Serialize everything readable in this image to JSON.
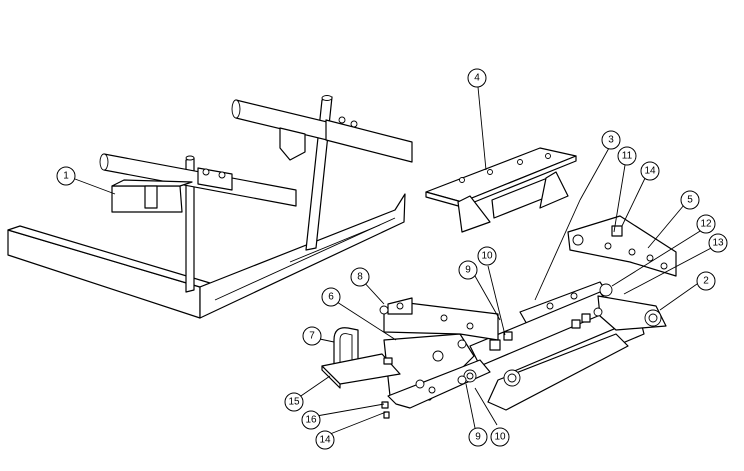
{
  "callouts": [
    {
      "label": "1"
    },
    {
      "label": "2"
    },
    {
      "label": "3"
    },
    {
      "label": "4"
    },
    {
      "label": "5"
    },
    {
      "label": "6"
    },
    {
      "label": "7"
    },
    {
      "label": "8"
    },
    {
      "label": "9"
    },
    {
      "label": "9"
    },
    {
      "label": "10"
    },
    {
      "label": "10"
    },
    {
      "label": "11"
    },
    {
      "label": "12"
    },
    {
      "label": "13"
    },
    {
      "label": "14"
    },
    {
      "label": "14"
    },
    {
      "label": "15"
    },
    {
      "label": "16"
    }
  ]
}
